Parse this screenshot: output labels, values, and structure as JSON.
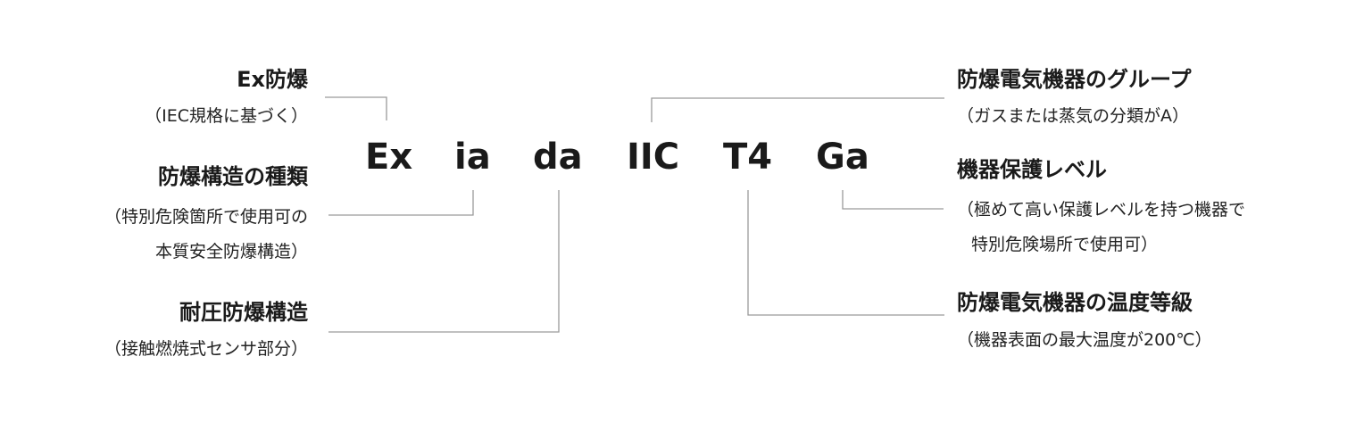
{
  "code": {
    "ex": "Ex",
    "ia": "ia",
    "da": "da",
    "iic": "IIC",
    "t4": "T4",
    "ga": "Ga"
  },
  "labels": {
    "ex": {
      "title": "Ex防爆",
      "desc": [
        "（IEC規格に基づく）"
      ]
    },
    "ia": {
      "title": "防爆構造の種類",
      "desc": [
        "（特別危険箇所で使用可の",
        "本質安全防爆構造）"
      ]
    },
    "da": {
      "title": "耐圧防爆構造",
      "desc": [
        "（接触燃焼式センサ部分）"
      ]
    },
    "iic": {
      "title": "防爆電気機器のグループ",
      "desc": [
        "（ガスまたは蒸気の分類がA）"
      ]
    },
    "ga": {
      "title": "機器保護レベル",
      "desc": [
        "（極めて高い保護レベルを持つ機器で",
        "特別危険場所で使用可）"
      ]
    },
    "t4": {
      "title": "防爆電気機器の温度等級",
      "desc": [
        "（機器表面の最大温度が200℃）"
      ]
    }
  },
  "colors": {
    "line": "#9a9a9a",
    "text": "#1a1a1a"
  }
}
